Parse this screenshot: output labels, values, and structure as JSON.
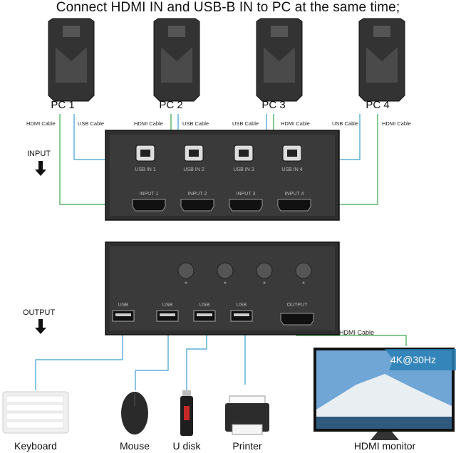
{
  "title": "Connect HDMI IN and USB-B IN to PC at the same time;",
  "pcs": [
    {
      "label": "PC 1"
    },
    {
      "label": "PC 2"
    },
    {
      "label": "PC 3"
    },
    {
      "label": "PC 4"
    }
  ],
  "cable_labels": {
    "hdmi": "HDMI Cable",
    "usb": "USB Cable"
  },
  "input_label": "INPUT",
  "output_label": "OUTPUT",
  "usb_in_ports": [
    "USB IN 1",
    "USB IN 2",
    "USB IN 3",
    "USB IN 4"
  ],
  "hdmi_in_ports": [
    "INPUT 1",
    "INPUT 2",
    "INPUT 3",
    "INPUT 4"
  ],
  "usb_out_ports": [
    "USB",
    "USB",
    "USB",
    "USB"
  ],
  "output_port": "OUTPUT",
  "monitor_resolution": "4K@30Hz",
  "devices": [
    {
      "label": "Keyboard"
    },
    {
      "label": "Mouse"
    },
    {
      "label": "U disk"
    },
    {
      "label": "Printer"
    },
    {
      "label": "HDMI monitor"
    }
  ],
  "colors": {
    "hdmi_line": "#3aa84a",
    "usb_line": "#3a9fd0",
    "device_body": "#2b2b2b"
  }
}
